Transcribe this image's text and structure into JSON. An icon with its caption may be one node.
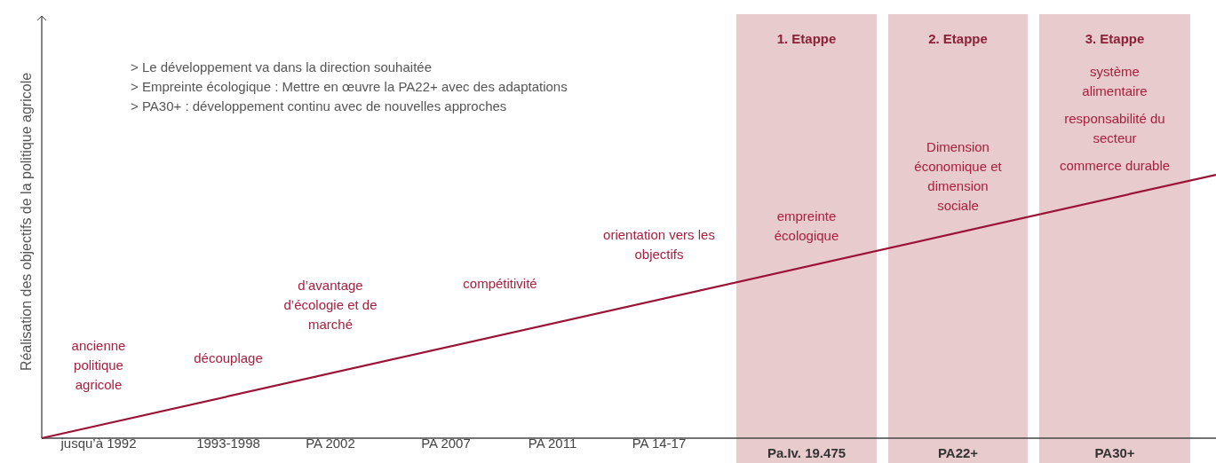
{
  "diagram": {
    "nodes": [
      {
        "text": [
          "1. Etappe",
          "empreinte écologique",
          "Pa.Iv. 19.475"
        ]
      },
      {
        "text": [
          "2. Etappe",
          "Dimension économique et dimension sociale",
          "PA22+"
        ]
      },
      {
        "text": [
          "3. Etappe",
          "système alimentaire",
          "responsabilité du secteur",
          "commerce durable",
          "PA30+"
        ]
      }
    ],
    "edges": [],
    "labels": [
      "Réalisation des objectifs de la politique agricole",
      "> Le développement va dans la direction souhaitée",
      "> Empreinte écologique : Mettre en œuvre la PA22+ avec des adaptations",
      "> PA30+ : développement continu avec de nouvelles approches",
      "ancienne politique agricole",
      "découplage",
      "d’avantage d’écologie et de marché",
      "compétitivité",
      "orientation vers les objectifs",
      "jusqu’à 1992",
      "1993-1998",
      "PA 2002",
      "PA 2007",
      "PA 2011",
      "PA 14-17"
    ]
  }
}
